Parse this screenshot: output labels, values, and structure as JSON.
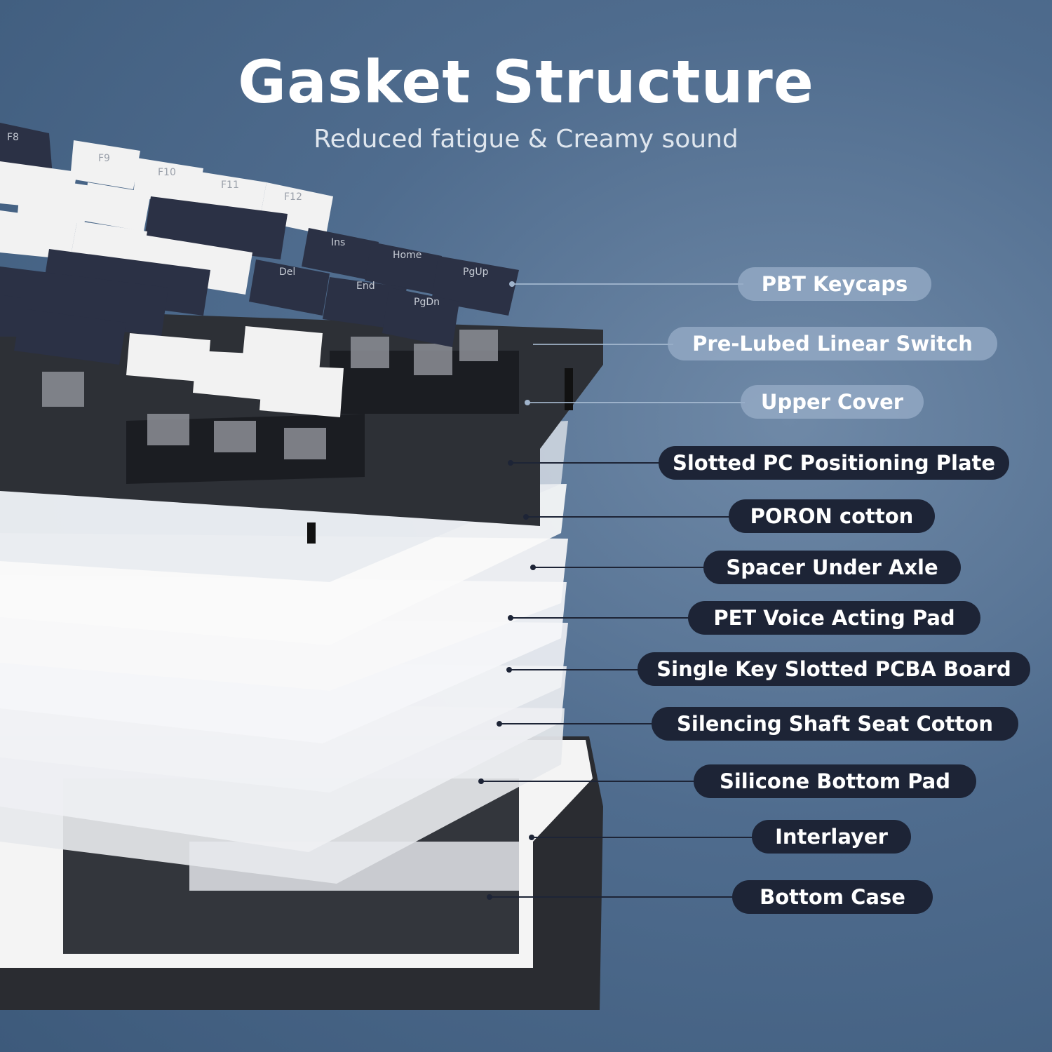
{
  "header": {
    "title": "Gasket Structure",
    "subtitle": "Reduced fatigue & Creamy sound"
  },
  "colors": {
    "background": "#4f6c8e",
    "label_dark": "#1d2436",
    "label_light": "#96acc6",
    "keycap_dark": "#2b3145",
    "keycap_light": "#f2f2f2",
    "case": "#26282d"
  },
  "keycap_legends": [
    "F8",
    "F9",
    "F10",
    "F11",
    "F12",
    "Ins",
    "Home",
    "PgUp",
    "Del",
    "End",
    "PgDn"
  ],
  "labels": [
    {
      "text": "PBT Keycaps",
      "style": "light"
    },
    {
      "text": "Pre-Lubed Linear Switch",
      "style": "light"
    },
    {
      "text": "Upper Cover",
      "style": "light"
    },
    {
      "text": "Slotted PC Positioning Plate",
      "style": "dark"
    },
    {
      "text": "PORON cotton",
      "style": "dark"
    },
    {
      "text": "Spacer Under Axle",
      "style": "dark"
    },
    {
      "text": "PET Voice Acting Pad",
      "style": "dark"
    },
    {
      "text": "Single Key Slotted PCBA Board",
      "style": "dark"
    },
    {
      "text": "Silencing Shaft Seat Cotton",
      "style": "dark"
    },
    {
      "text": "Silicone Bottom Pad",
      "style": "dark"
    },
    {
      "text": "Interlayer",
      "style": "dark"
    },
    {
      "text": "Bottom Case",
      "style": "dark"
    }
  ]
}
